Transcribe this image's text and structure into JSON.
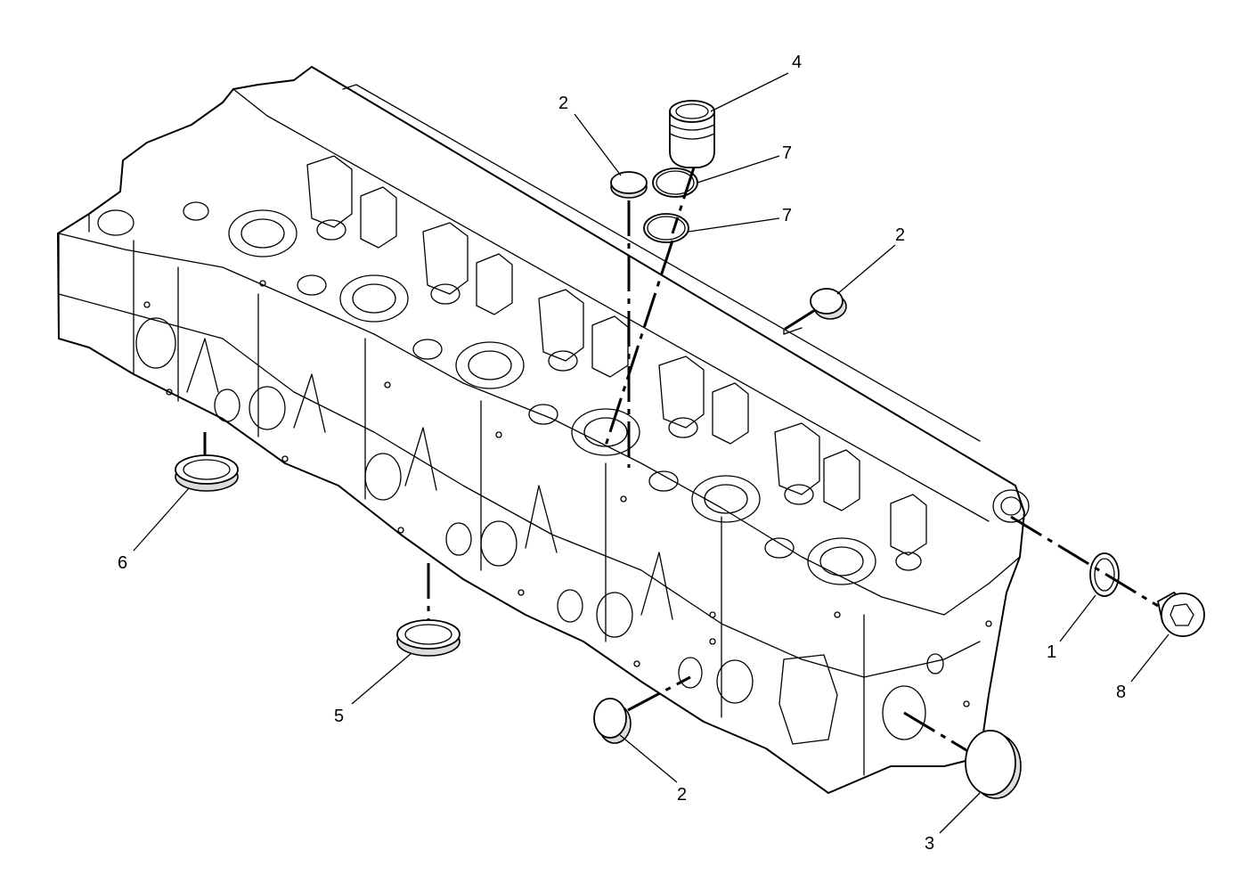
{
  "diagram": {
    "callouts": [
      {
        "id": "c4",
        "text": "4"
      },
      {
        "id": "c7a",
        "text": "7"
      },
      {
        "id": "c7b",
        "text": "7"
      },
      {
        "id": "c2a",
        "text": "2"
      },
      {
        "id": "c2b",
        "text": "2"
      },
      {
        "id": "c2c",
        "text": "2"
      },
      {
        "id": "c6",
        "text": "6"
      },
      {
        "id": "c5",
        "text": "5"
      },
      {
        "id": "c1",
        "text": "1"
      },
      {
        "id": "c8",
        "text": "8"
      },
      {
        "id": "c3",
        "text": "3"
      }
    ]
  }
}
